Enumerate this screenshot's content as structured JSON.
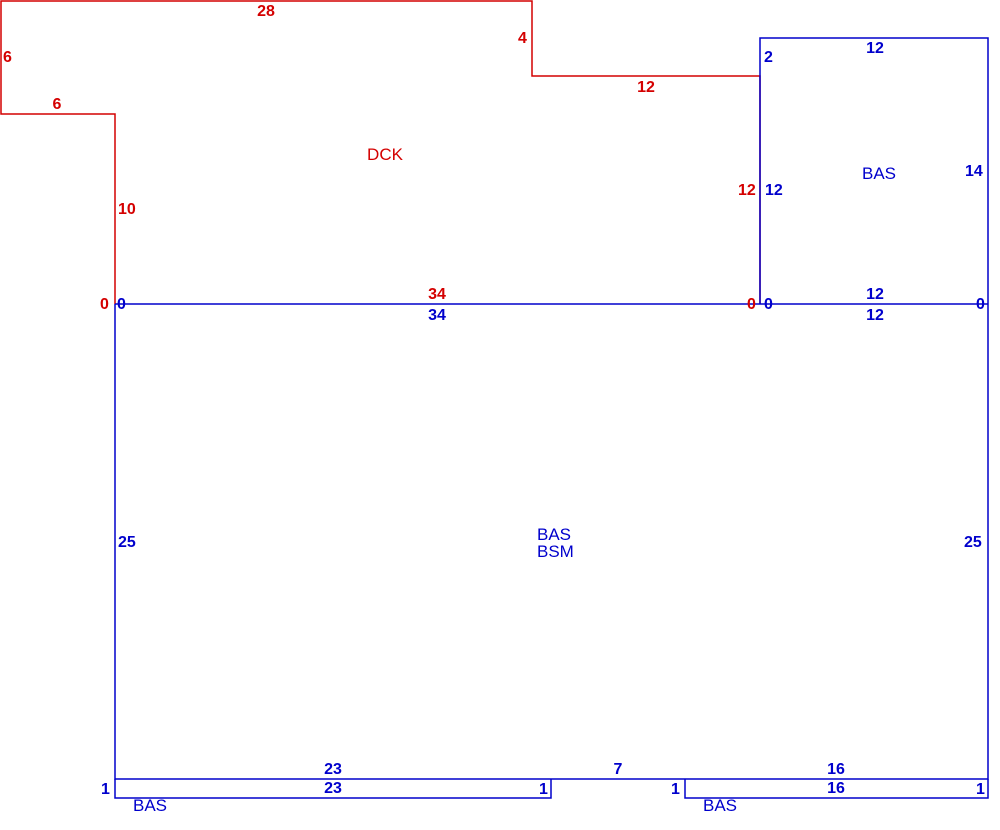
{
  "colors": {
    "deck": "#d40000",
    "basement": "#0000cc"
  },
  "deck": {
    "name": "DCK",
    "dims": [
      "28",
      "6",
      "6",
      "10",
      "4",
      "12",
      "12",
      "34",
      "0",
      "0"
    ]
  },
  "basement_main": {
    "name_line1": "BAS",
    "name_line2": "BSM",
    "dims": [
      "34",
      "25",
      "25",
      "23",
      "7",
      "16",
      "0",
      "0"
    ]
  },
  "basement_upper_right": {
    "name": "BAS",
    "dims": [
      "12",
      "2",
      "14",
      "12",
      "12",
      "12",
      "0",
      "0"
    ]
  },
  "bump_left": {
    "name": "BAS",
    "dims": [
      "23",
      "1",
      "1"
    ]
  },
  "bump_right": {
    "name": "BAS",
    "dims": [
      "16",
      "1",
      "1"
    ]
  }
}
